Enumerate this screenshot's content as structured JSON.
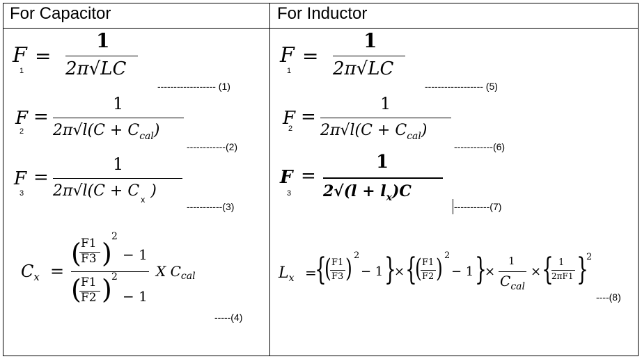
{
  "headers": {
    "capacitor": "For Capacitor",
    "inductor": "For Inductor"
  },
  "equations": {
    "eq1": {
      "lhs": "F",
      "sub": "1",
      "eq": "=",
      "num": "1",
      "den": "2π√LC",
      "ref": "------------------ (1)"
    },
    "eq2": {
      "lhs": "F",
      "sub": "2",
      "eq": "=",
      "num": "1",
      "den": "2π√l(C + C",
      "den_sub": "cal",
      "den_close": ")",
      "ref": "------------(2)"
    },
    "eq3": {
      "lhs": "F",
      "sub": "3",
      "eq": "=",
      "num": "1",
      "den": "2π√l(C + C",
      "den_sub": "x",
      "den_close": ")",
      "ref": "-----------(3)"
    },
    "eq4": {
      "lhs": "C",
      "lhs_sub": "x",
      "eq": "=",
      "num_frac_num": "F1",
      "num_frac_den": "F3",
      "num_exp": "2",
      "num_tail": "− 1",
      "den_frac_num": "F1",
      "den_frac_den": "F2",
      "den_exp": "2",
      "den_tail": "− 1",
      "mult": "X C",
      "mult_sub": "cal",
      "ref": "-----(4)"
    },
    "eq5": {
      "lhs": "F",
      "sub": "1",
      "eq": "=",
      "num": "1",
      "den": "2π√LC",
      "ref": "------------------ (5)"
    },
    "eq6": {
      "lhs": "F",
      "sub": "2",
      "eq": "=",
      "num": "1",
      "den": "2π√l(C + C",
      "den_sub": "cal",
      "den_close": ")",
      "ref": "------------(6)"
    },
    "eq7": {
      "lhs": "F",
      "sub": "3",
      "eq": "=",
      "num": "1",
      "den": "2√(l + l",
      "den_sub": "x",
      "den_close": ")C",
      "ref": "-----------(7)"
    },
    "eq8": {
      "lhs": "L",
      "lhs_sub": "x",
      "eq": "=",
      "f1": "F1",
      "f3": "F3",
      "f2": "F2",
      "exp": "2",
      "minus_one": "− 1",
      "times": "×",
      "cal_num": "1",
      "cal_den": "C",
      "cal_sub": "cal",
      "last_num": "1",
      "last_den": "2πF1",
      "ref": "----(8)"
    }
  }
}
